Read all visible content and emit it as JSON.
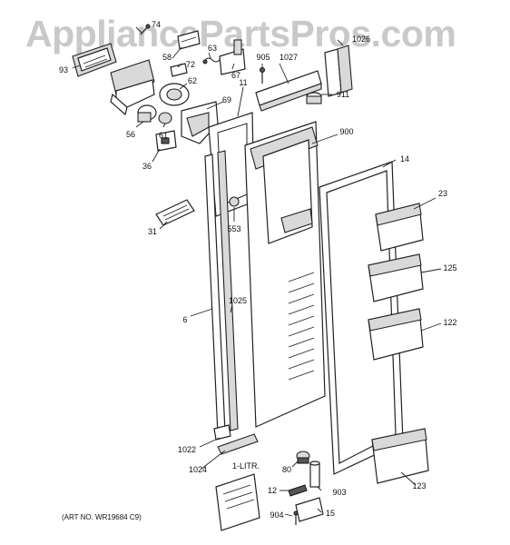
{
  "watermark": "AppliancePartsPros.com",
  "art_number": "(ART NO. WR19684 C9)",
  "literature_label": "1-LITR.",
  "callouts": {
    "c74": "74",
    "c93": "93",
    "c58": "58",
    "c72": "72",
    "c63": "63",
    "c67": "67",
    "c62": "62",
    "c905": "905",
    "c1027": "1027",
    "c911": "911",
    "c1026": "1026",
    "c69": "69",
    "c11": "11",
    "c56": "56",
    "c61": "61",
    "c36": "36",
    "c900": "900",
    "c14": "14",
    "c23": "23",
    "c31": "31",
    "c553": "553",
    "c125": "125",
    "c6": "6",
    "c1025": "1025",
    "c122": "122",
    "c1022": "1022",
    "c1024": "1024",
    "c80": "80",
    "c12": "12",
    "c903": "903",
    "c123": "123",
    "c904": "904",
    "c15": "15"
  }
}
